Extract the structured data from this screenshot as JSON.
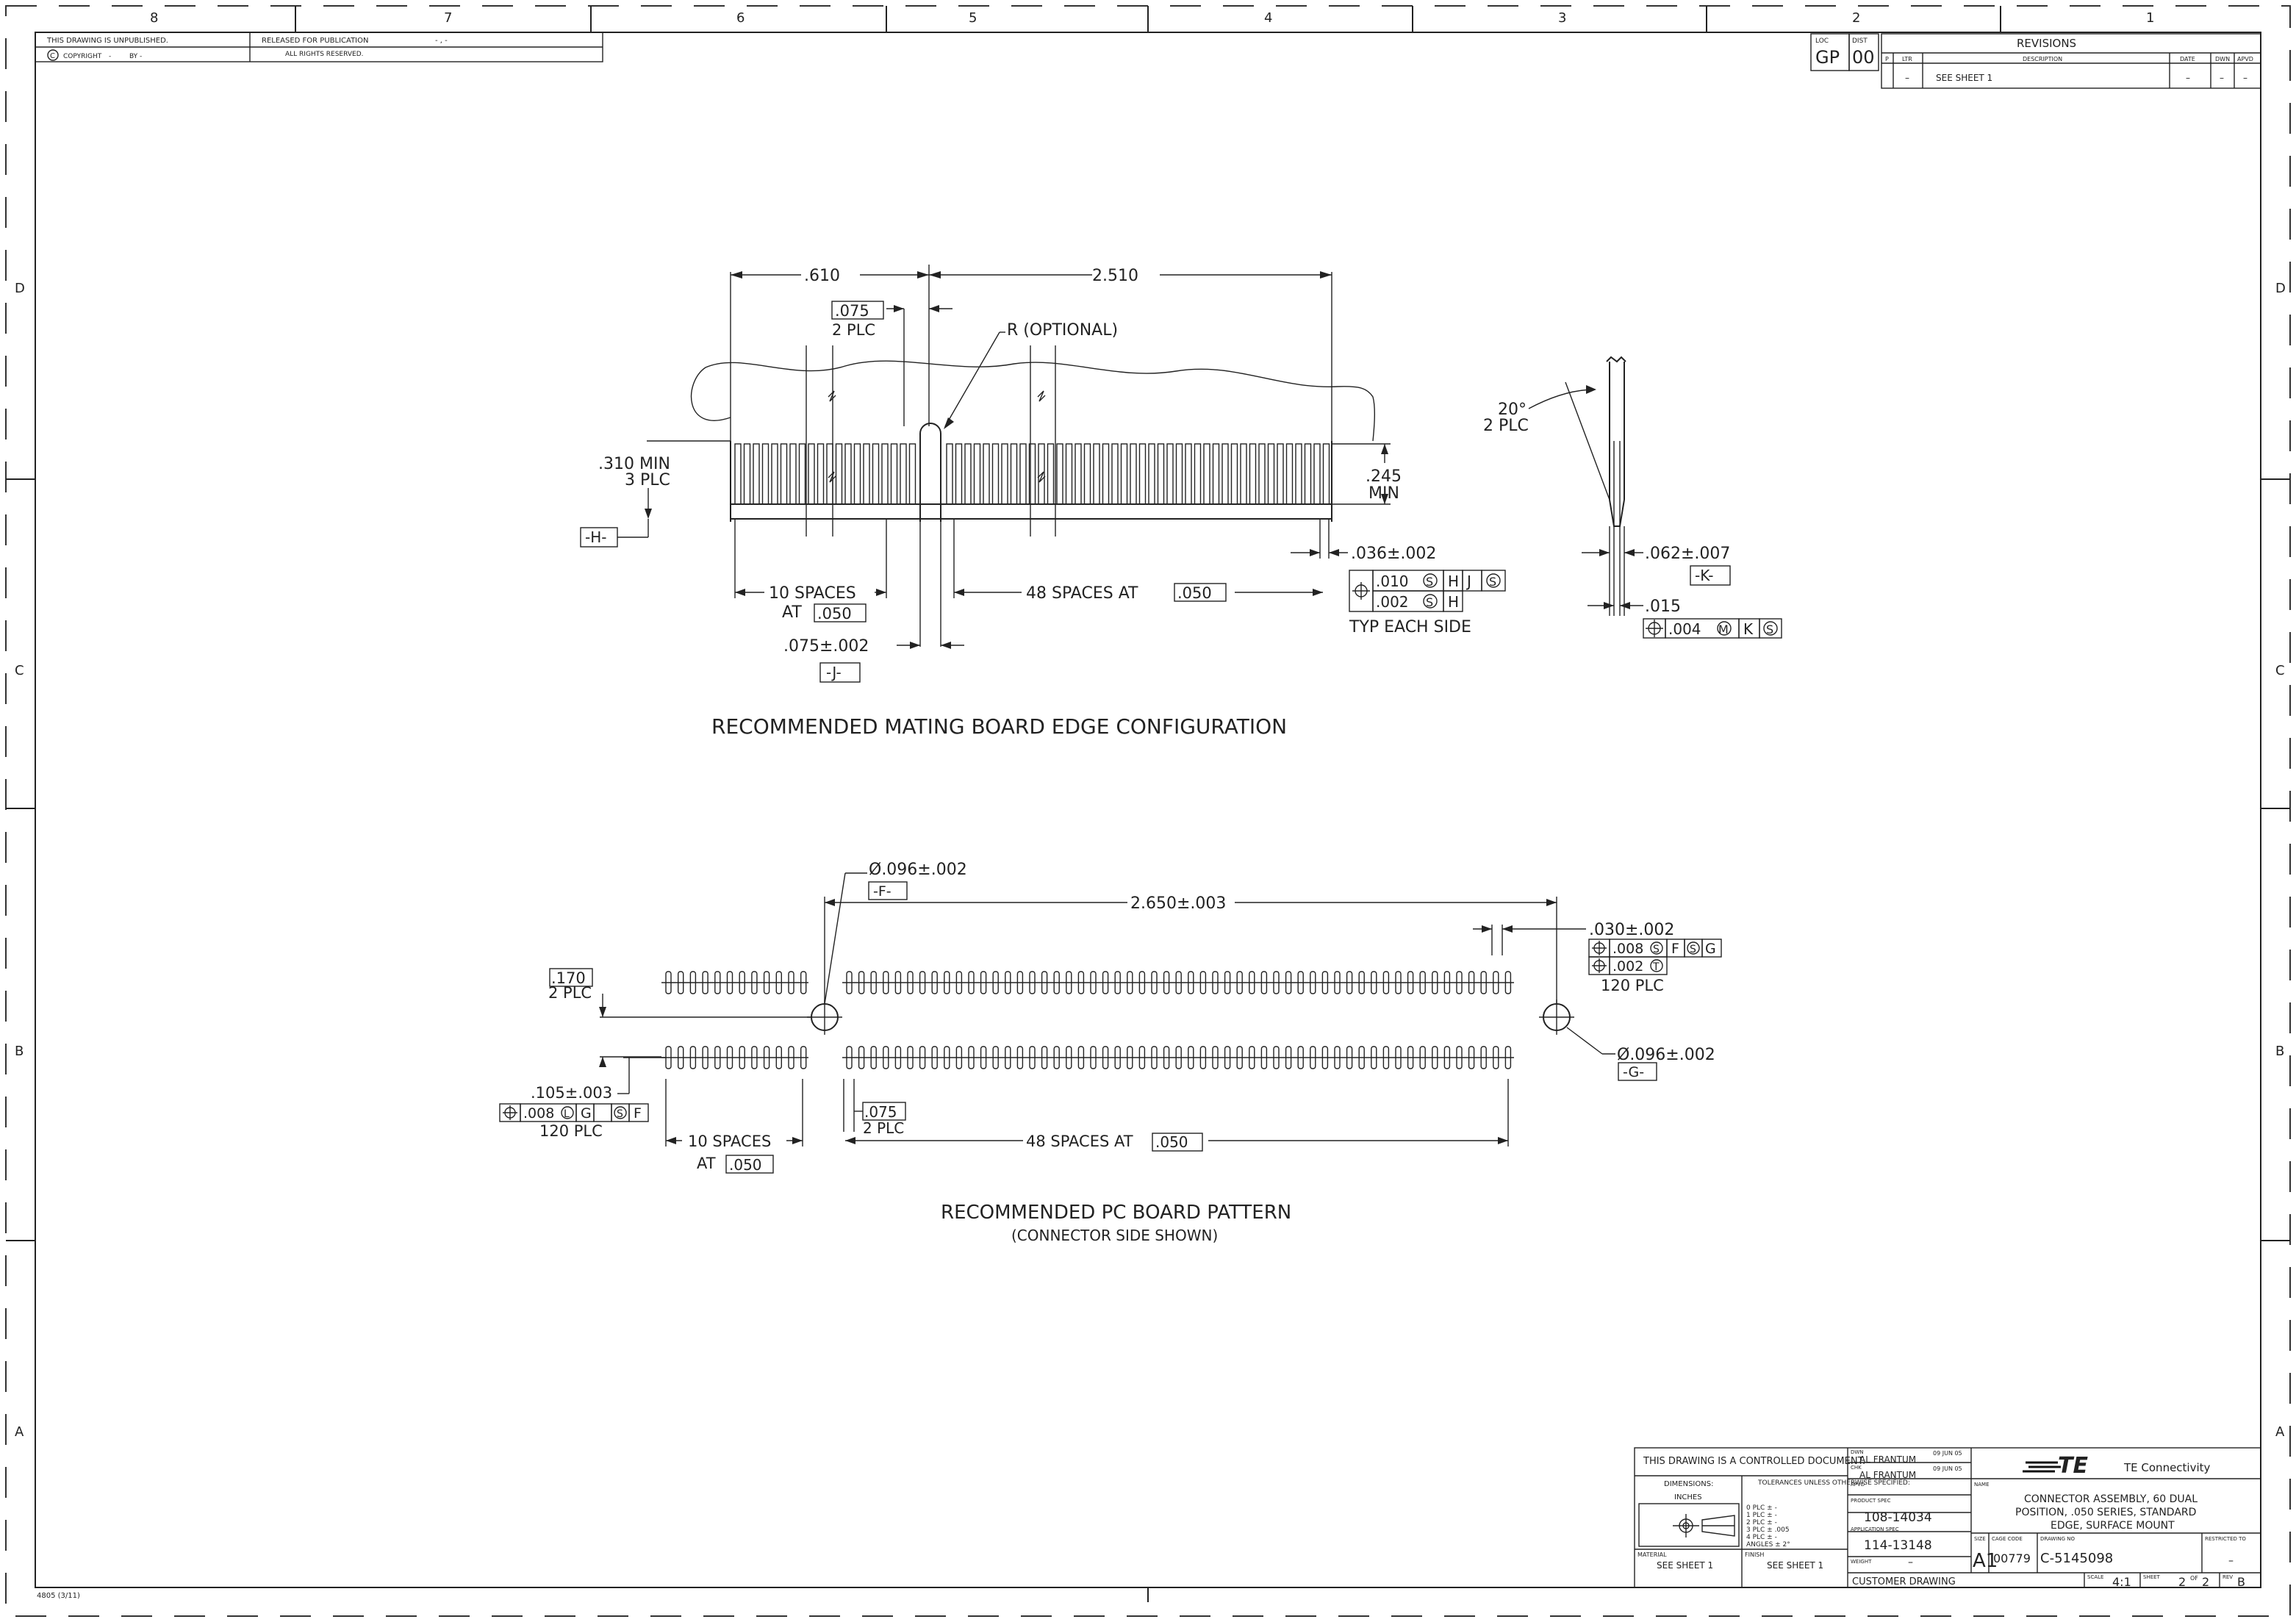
{
  "zones": {
    "top": [
      "8",
      "7",
      "6",
      "5",
      "4",
      "3",
      "2",
      "1"
    ],
    "side": [
      "D",
      "C",
      "B",
      "A"
    ]
  },
  "header": {
    "unpublished": "THIS DRAWING IS UNPUBLISHED.",
    "copyright": "COPYRIGHT",
    "copyright_dash": "-",
    "by": "BY -",
    "released": "RELEASED FOR PUBLICATION",
    "released_dash": "- , -",
    "rights": "ALL RIGHTS RESERVED.",
    "copyright_symbol": "C"
  },
  "loc_dist": {
    "loc_label": "LOC",
    "loc": "GP",
    "dist_label": "DIST",
    "dist": "00"
  },
  "revisions": {
    "title": "REVISIONS",
    "col_p": "P",
    "col_ltr": "LTR",
    "col_desc": "DESCRIPTION",
    "col_date": "DATE",
    "col_dwn": "DWN",
    "col_apvd": "APVD",
    "row": {
      "ltr": "–",
      "desc": "SEE SHEET 1",
      "date": "–",
      "dwn": "–",
      "apvd": "–"
    }
  },
  "view1": {
    "title": "RECOMMENDED MATING BOARD EDGE CONFIGURATION",
    "dim_610": ".610",
    "dim_2510": "2.510",
    "box_075": ".075",
    "plc2": "2 PLC",
    "r_optional": "R (OPTIONAL)",
    "dim_310": ".310 MIN",
    "plc3": "3 PLC",
    "datum_h": "-H-",
    "dim_245": ".245",
    "min": "MIN",
    "dim_036": ".036±.002",
    "fcf_a_val": ".010",
    "fcf_b_val": ".002",
    "mod_s": "S",
    "datum_h_ref": "H",
    "datum_j_ref": "J",
    "typ_each_side": "TYP EACH SIDE",
    "spaces10": "10 SPACES",
    "at": "AT",
    "box_050": ".050",
    "spaces48": "48 SPACES AT",
    "dim_075": ".075±.002",
    "datum_j": "-J-"
  },
  "side_view": {
    "angle": "20°",
    "plc2": "2 PLC",
    "dim_062": ".062±.007",
    "datum_k": "-K-",
    "dim_015": ".015",
    "fcf_val": ".004",
    "mod_m": "M",
    "datum_k_ref": "K",
    "mod_s": "S"
  },
  "view2": {
    "title": "RECOMMENDED PC BOARD PATTERN",
    "subtitle": "(CONNECTOR SIDE SHOWN)",
    "dia_f": "Ø.096±.002",
    "datum_f": "-F-",
    "dim_2650": "2.650±.003",
    "dim_030": ".030±.002",
    "fcf1_val": ".008",
    "fcf1_ref1": "F",
    "fcf1_ref2": "G",
    "fcf2_val": ".002",
    "fcf2_mod": "T",
    "plc120": "120 PLC",
    "box_170": ".170",
    "plc2": "2 PLC",
    "dia_g": "Ø.096±.002",
    "datum_g": "-G-",
    "dim_105": ".105±.003",
    "fcf3_val": ".008",
    "fcf3_mod": "L",
    "fcf3_ref1": "G",
    "fcf3_ref2": "F",
    "mod_s": "S",
    "spaces10": "10 SPACES",
    "at": "AT",
    "box_050": ".050",
    "box_075": ".075",
    "spaces48": "48 SPACES AT"
  },
  "title_block": {
    "controlled": "THIS DRAWING IS A CONTROLLED DOCUMENT.",
    "dwn_label": "DWN",
    "dwn_name": "AL FRANTUM",
    "dwn_date": "09 JUN 05",
    "chk_label": "CHK",
    "chk_name": "AL FRANTUM",
    "chk_date": "09 JUN 05",
    "apvd_label": "APVD",
    "dimensions": "DIMENSIONS:",
    "inches": "INCHES",
    "tolerances": "TOLERANCES UNLESS OTHERWISE SPECIFIED:",
    "tol_rows": [
      "0 PLC   ± -",
      "1 PLC   ± -",
      "2 PLC   ± -",
      "3 PLC   ± .005",
      "4 PLC   ± -",
      "ANGLES   ± 2°"
    ],
    "product_spec_label": "PRODUCT SPEC",
    "product_spec": "108-14034",
    "application_spec_label": "APPLICATION SPEC",
    "application_spec": "114-13148",
    "weight_label": "WEIGHT",
    "weight": "–",
    "material_label": "MATERIAL",
    "material": "SEE SHEET 1",
    "finish_label": "FINISH",
    "finish": "SEE SHEET 1",
    "brand": "TE Connectivity",
    "logo": "TE",
    "name_label": "NAME",
    "name_lines": [
      "CONNECTOR ASSEMBLY, 60 DUAL",
      "POSITION, .050 SERIES, STANDARD",
      "EDGE, SURFACE MOUNT"
    ],
    "size_label": "SIZE",
    "size": "A1",
    "cage_label": "CAGE CODE",
    "cage": "00779",
    "dwg_label": "DRAWING NO",
    "dwg_no": "C-5145098",
    "restricted_label": "RESTRICTED TO",
    "restricted": "–",
    "customer_drawing": "CUSTOMER DRAWING",
    "scale_label": "SCALE",
    "scale": "4:1",
    "sheet_label": "SHEET",
    "sheet": "2",
    "of": "OF",
    "sheets": "2",
    "rev_label": "REV",
    "rev": "B"
  },
  "form_number": "4805 (3/11)"
}
